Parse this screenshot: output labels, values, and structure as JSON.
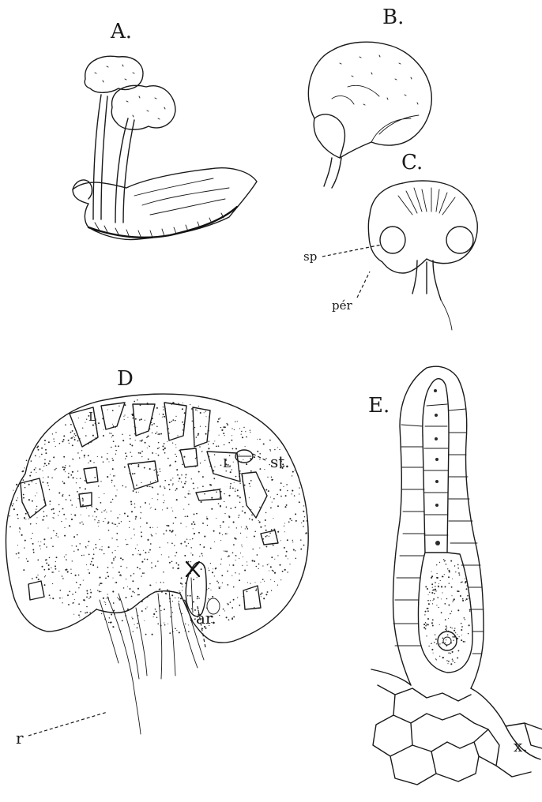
{
  "figures": {
    "A": {
      "letter": "A."
    },
    "B": {
      "letter": "B."
    },
    "C": {
      "letter": "C.",
      "labels": {
        "sp": "sp",
        "per": "pér"
      }
    },
    "D": {
      "letter": "D",
      "labels": {
        "L1": "L",
        "L2": "L",
        "st": "st.",
        "x": "x",
        "ar": "ar.",
        "r": "r"
      }
    },
    "E": {
      "letter": "E.",
      "labels": {
        "x": "x."
      }
    }
  }
}
